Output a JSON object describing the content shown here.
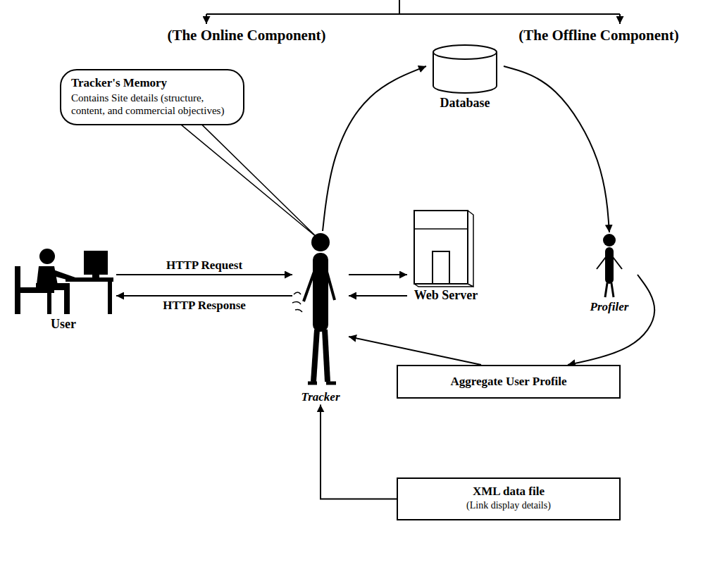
{
  "diagram": {
    "nodes": [
      {
        "text": [
          "Tracker's Memory",
          "Contains Site details (structure, content, and commercial objectives)"
        ]
      },
      {
        "text": [
          "Database"
        ]
      },
      {
        "text": [
          "User"
        ]
      },
      {
        "text": [
          "Tracker"
        ]
      },
      {
        "text": [
          "Web Server"
        ]
      },
      {
        "text": [
          "Profiler"
        ]
      },
      {
        "text": [
          "Aggregate User Profile"
        ]
      },
      {
        "text": [
          "XML data file",
          "(Link display details)"
        ]
      }
    ],
    "edges": [
      {
        "from": 2,
        "to": 3,
        "label": "HTTP Request",
        "arrow": "to"
      },
      {
        "from": 3,
        "to": 2,
        "label": "HTTP Response",
        "arrow": "to"
      },
      {
        "from": 3,
        "to": 4,
        "arrow": "to"
      },
      {
        "from": 4,
        "to": 3,
        "arrow": "to"
      },
      {
        "from": 3,
        "to": 1,
        "arrow": "to"
      },
      {
        "from": 1,
        "to": 5,
        "arrow": "to"
      },
      {
        "from": 5,
        "to": 6,
        "arrow": "to"
      },
      {
        "from": 6,
        "to": 3,
        "arrow": "to"
      },
      {
        "from": 7,
        "to": 3,
        "arrow": "to"
      }
    ],
    "labels": [
      "(The Online Component)",
      "(The Offline Component)"
    ]
  }
}
